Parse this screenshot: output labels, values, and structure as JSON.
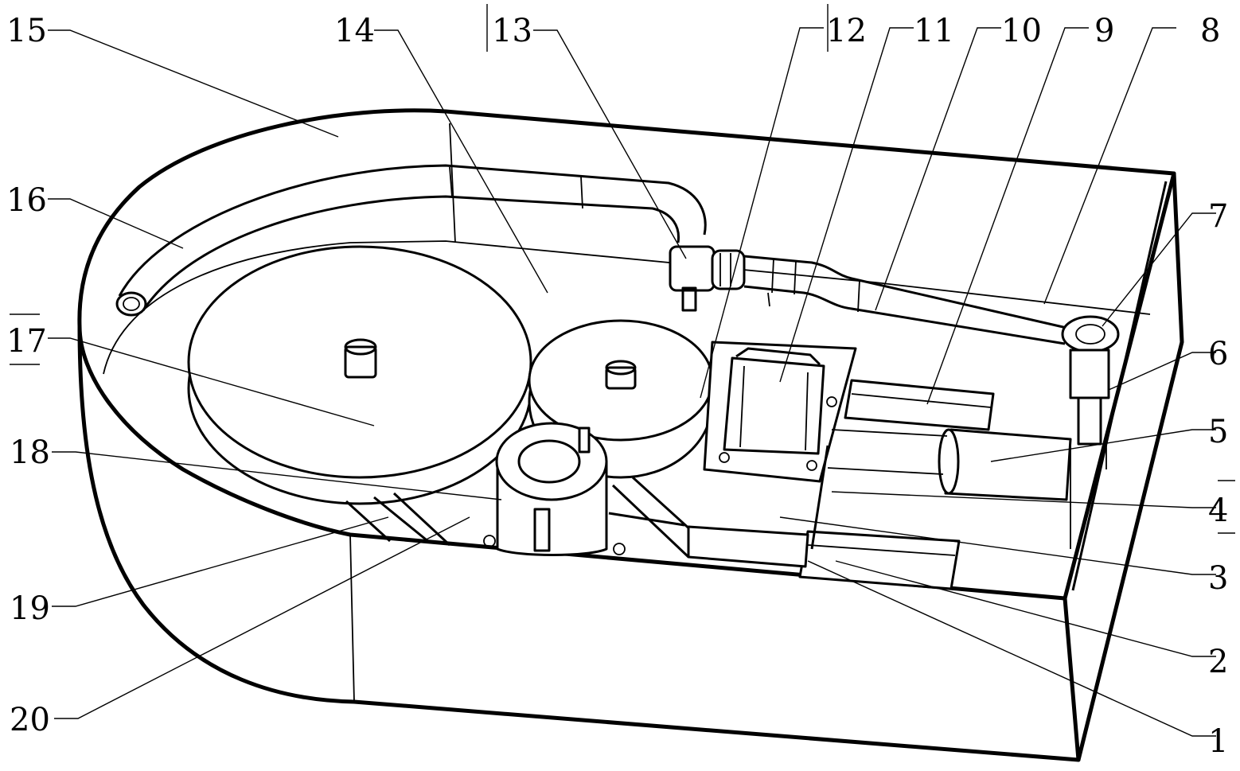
{
  "labels": [
    "1",
    "2",
    "3",
    "4",
    "5",
    "6",
    "7",
    "8",
    "9",
    "10",
    "11",
    "12",
    "13",
    "14",
    "15",
    "16",
    "17",
    "18",
    "19",
    "20"
  ],
  "colors": {
    "ink": "#000000",
    "paper": "#ffffff"
  }
}
